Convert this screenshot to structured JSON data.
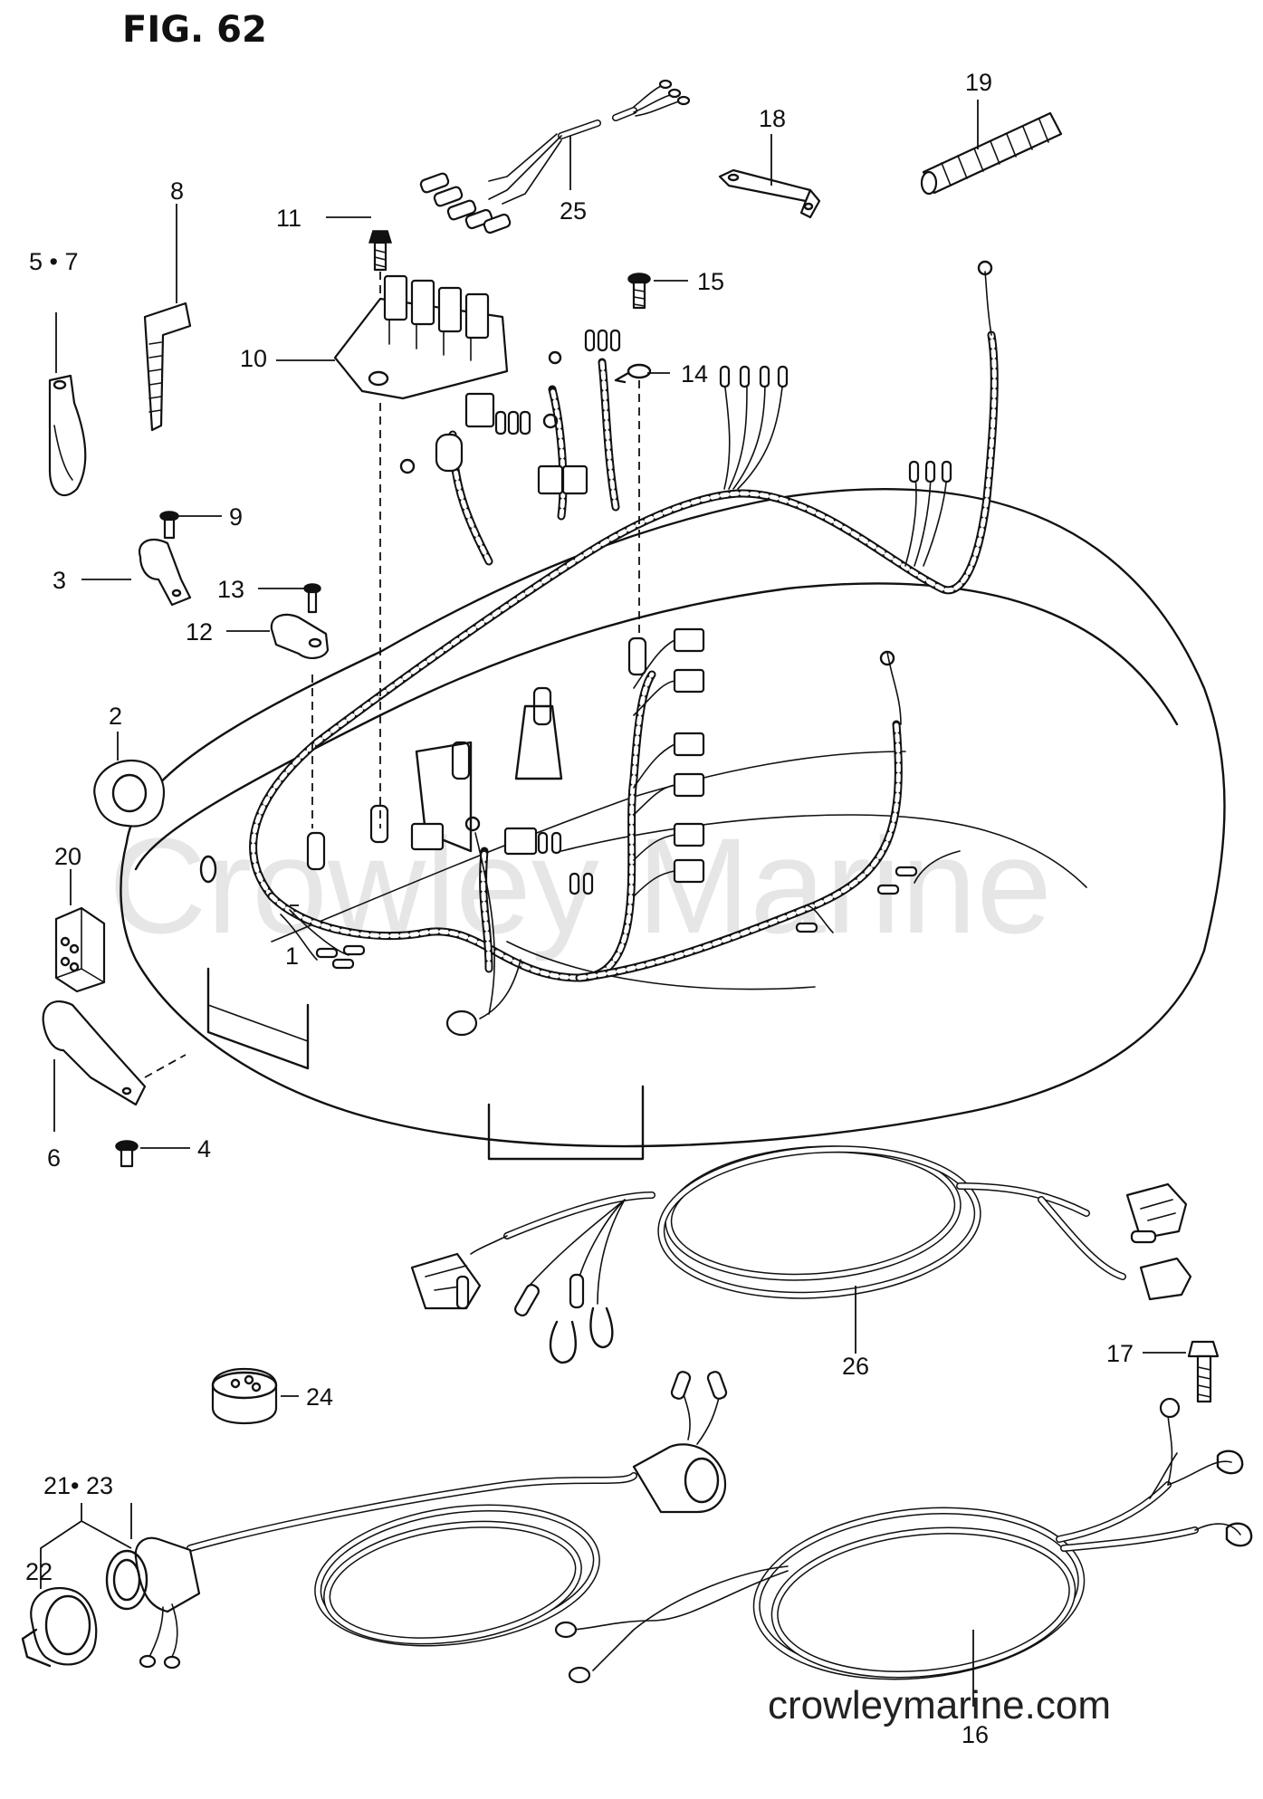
{
  "figure": {
    "title": "FIG. 62"
  },
  "watermark": "Crowley Marine",
  "website": "crowleymarine.com",
  "callouts": [
    {
      "id": "c1",
      "label": "1"
    },
    {
      "id": "c2",
      "label": "2"
    },
    {
      "id": "c3",
      "label": "3"
    },
    {
      "id": "c4",
      "label": "4"
    },
    {
      "id": "c5_7",
      "label": "5 • 7"
    },
    {
      "id": "c6",
      "label": "6"
    },
    {
      "id": "c8",
      "label": "8"
    },
    {
      "id": "c9",
      "label": "9"
    },
    {
      "id": "c10",
      "label": "10"
    },
    {
      "id": "c11",
      "label": "11"
    },
    {
      "id": "c12",
      "label": "12"
    },
    {
      "id": "c13",
      "label": "13"
    },
    {
      "id": "c14",
      "label": "14"
    },
    {
      "id": "c15",
      "label": "15"
    },
    {
      "id": "c16",
      "label": "16"
    },
    {
      "id": "c17",
      "label": "17"
    },
    {
      "id": "c18",
      "label": "18"
    },
    {
      "id": "c19",
      "label": "19"
    },
    {
      "id": "c20",
      "label": "20"
    },
    {
      "id": "c21_23",
      "label": "21• 23"
    },
    {
      "id": "c22",
      "label": "22"
    },
    {
      "id": "c24",
      "label": "24"
    },
    {
      "id": "c25",
      "label": "25"
    },
    {
      "id": "c26",
      "label": "26"
    }
  ]
}
